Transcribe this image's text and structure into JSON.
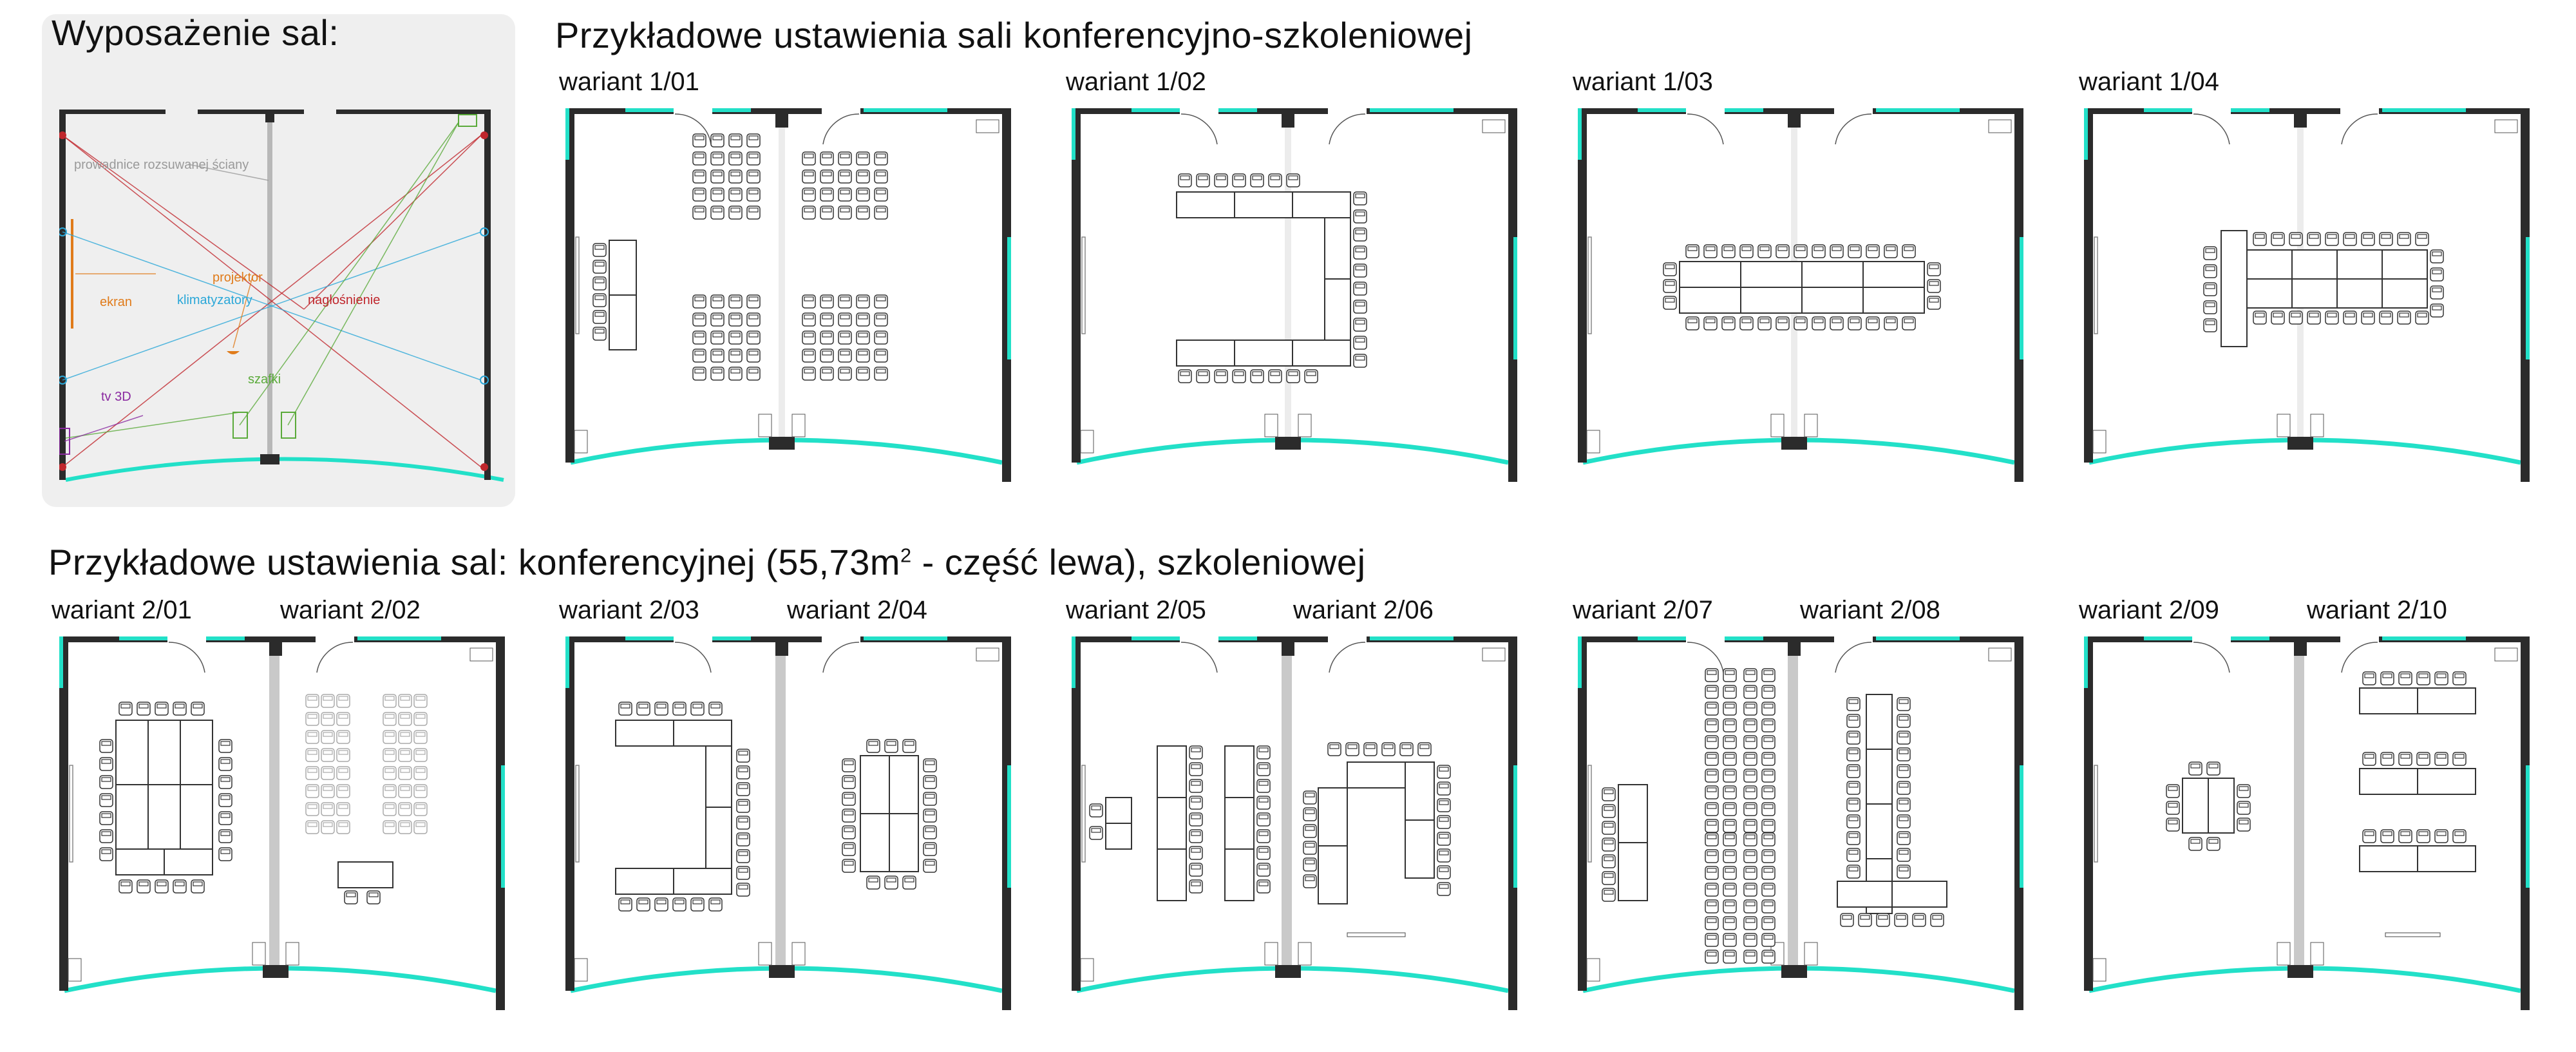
{
  "legend": {
    "title": "Wyposażenie sal:",
    "items": {
      "track": {
        "label": "prowadnice rozsuwanej ściany",
        "color": "#9a9a9a"
      },
      "projector": {
        "label": "projektor",
        "color": "#e07b1a"
      },
      "screen": {
        "label": "ekran",
        "color": "#e07b1a"
      },
      "ac": {
        "label": "klimatyzatory",
        "color": "#2aa7d8"
      },
      "speakers": {
        "label": "nagłośnienie",
        "color": "#c0272d"
      },
      "cabinets": {
        "label": "szafki",
        "color": "#5aaa3a"
      },
      "tv": {
        "label": "tv 3D",
        "color": "#8a2aa0"
      }
    }
  },
  "top_section": {
    "title": "Przykładowe ustawienia sali konferencyjno-szkoleniowej",
    "variants": [
      "wariant 1/01",
      "wariant 1/02",
      "wariant 1/03",
      "wariant 1/04"
    ]
  },
  "bottom_section": {
    "title_main": "Przykładowe ustawienia sal: konferencyjnej (55,73m",
    "title_sup": "2",
    "title_end": " - część lewa), szkoleniowej",
    "variants": [
      "wariant 2/01",
      "wariant 2/02",
      "wariant 2/03",
      "wariant 2/04",
      "wariant 2/05",
      "wariant 2/06",
      "wariant 2/07",
      "wariant 2/08",
      "wariant 2/09",
      "wariant 2/10"
    ]
  },
  "colors": {
    "wall": "#2b2b2b",
    "glass": "#22e0c8",
    "furniture": "#333333",
    "panel": "#efefef"
  }
}
